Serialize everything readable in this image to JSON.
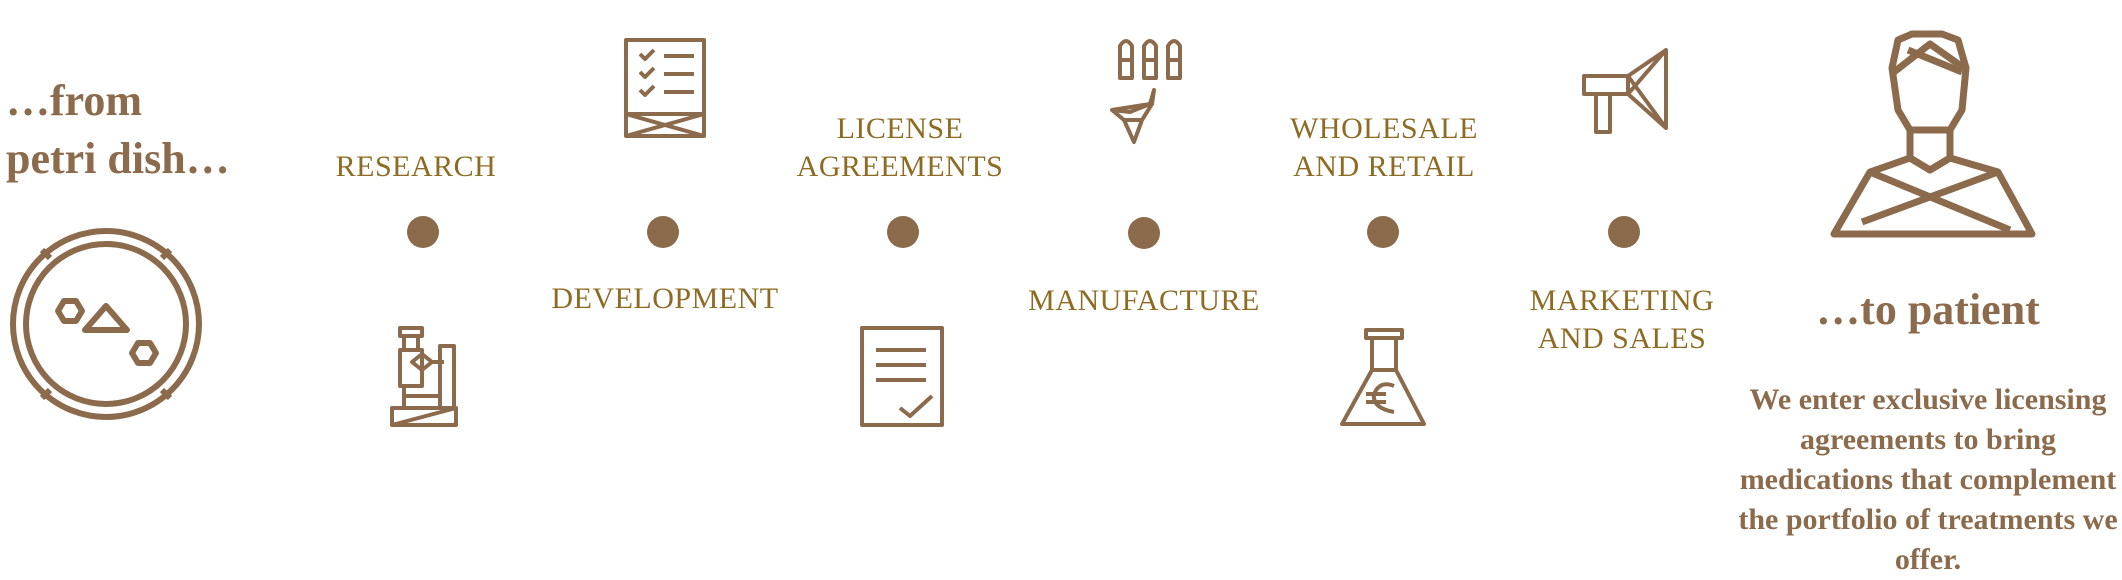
{
  "colors": {
    "gold": "#8d6b22",
    "brown": "#8c6a4c",
    "background": "#ffffff"
  },
  "start": {
    "heading_line1": "…from",
    "heading_line2": "petri dish…",
    "icon": "petri-dish-icon"
  },
  "end": {
    "heading": "…to patient",
    "icon": "patient-icon",
    "description": "We enter exclusive licensing agreements to bring medications that complement the portfolio of treatments we offer."
  },
  "steps": [
    {
      "line1": "RESEARCH",
      "line2": "",
      "icon": "microscope-icon",
      "label_position": "above"
    },
    {
      "line1": "DEVELOPMENT",
      "line2": "",
      "icon": "checklist-icon",
      "label_position": "below"
    },
    {
      "line1": "LICENSE",
      "line2": "AGREEMENTS",
      "icon": "signed-document-icon",
      "label_position": "above"
    },
    {
      "line1": "MANUFACTURE",
      "line2": "",
      "icon": "vials-pipette-icon",
      "label_position": "below"
    },
    {
      "line1": "WHOLESALE",
      "line2": "AND RETAIL",
      "icon": "euro-flask-icon",
      "label_position": "above"
    },
    {
      "line1": "MARKETING",
      "line2": "AND SALES",
      "icon": "megaphone-icon",
      "label_position": "below"
    }
  ]
}
